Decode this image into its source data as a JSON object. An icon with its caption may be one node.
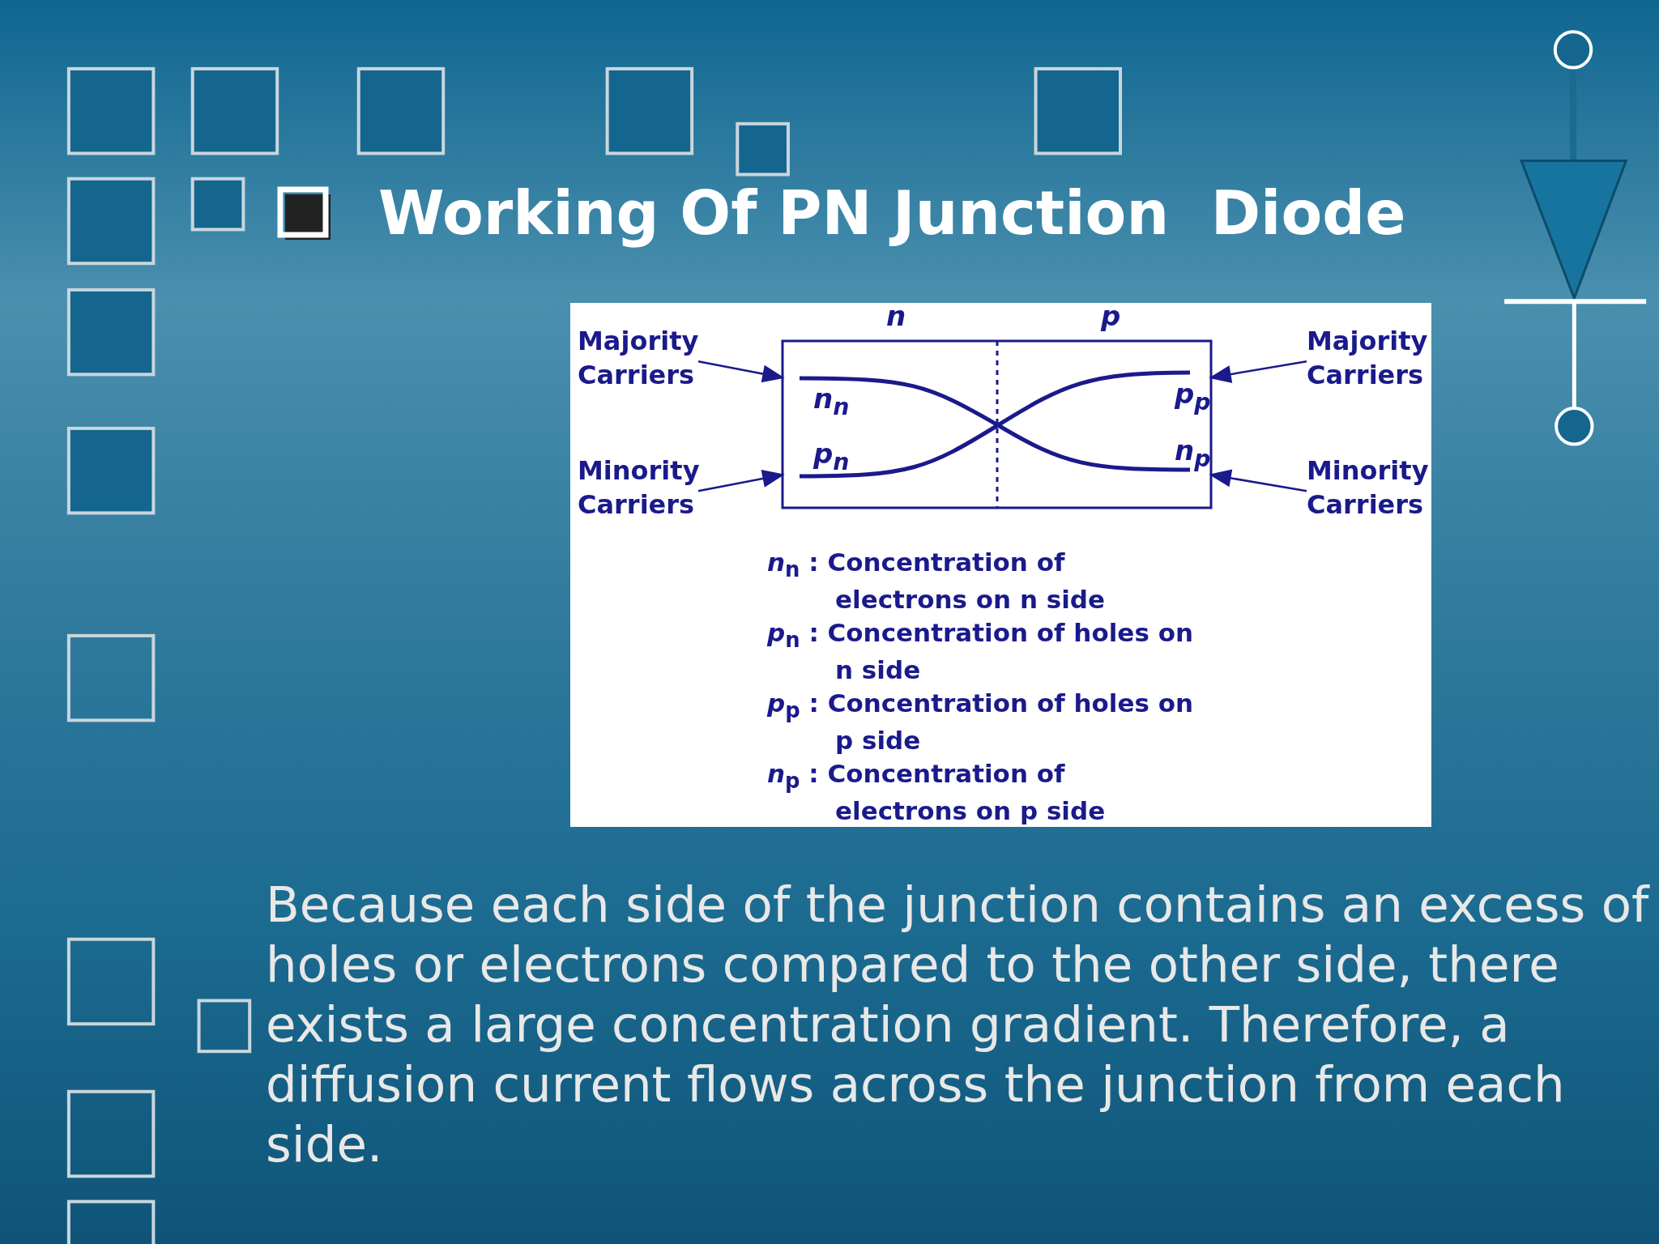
{
  "diagram": {
    "title": "Working Of PN Junction  Diode",
    "nodes": [
      {
        "text": [
          "Majority Carriers"
        ]
      },
      {
        "text": [
          "Minority Carriers"
        ]
      },
      {
        "text": [
          "Majority Carriers"
        ]
      },
      {
        "text": [
          "Minority Carriers"
        ]
      },
      {
        "text": [
          "n",
          "p"
        ]
      }
    ],
    "edges": [
      {
        "from": 0,
        "to": 4,
        "arrow": "to"
      },
      {
        "from": 1,
        "to": 4,
        "arrow": "to"
      },
      {
        "from": 2,
        "to": 4,
        "arrow": "to"
      },
      {
        "from": 3,
        "to": 4,
        "arrow": "to"
      }
    ],
    "labels": [
      "n$_{n}$",
      "p$_{p}$",
      "p$_{n}$",
      "n$_{p}$",
      "*n*$_{n}$ : Concentration of electrons on n side",
      "*p*$_{n}$ : Concentration of holes on n side",
      "*p*$_{p}$ : Concentration of holes on p side",
      "*n*$_{p}$ : Concentration of electrons on p side",
      "Because each side of the junction contains an excess of holes or electrons compared to the other side, there exists a large concentration gradient.  Therefore, a diffusion current flows across the junction from each side."
    ]
  }
}
